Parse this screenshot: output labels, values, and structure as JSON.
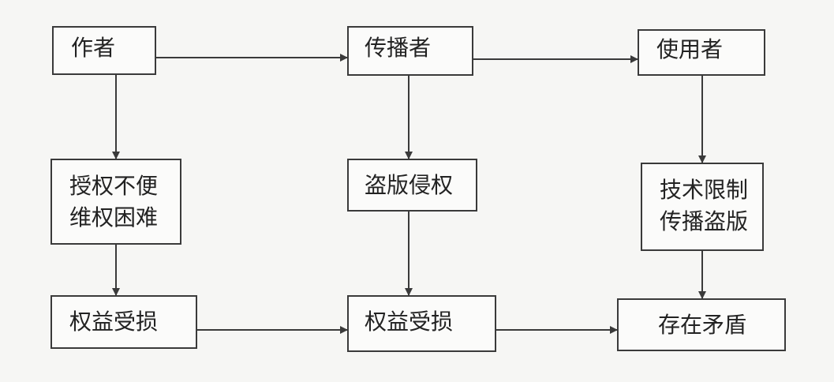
{
  "nodes": {
    "author": "作者",
    "disseminator": "传播者",
    "user": "使用者",
    "author_issue_line1": "授权不便",
    "author_issue_line2": "维权困难",
    "piracy": "盗版侵权",
    "user_issue_line1": "技术限制",
    "user_issue_line2": "传播盗版",
    "author_harm": "权益受损",
    "disseminator_harm": "权益受损",
    "conflict": "存在矛盾"
  }
}
